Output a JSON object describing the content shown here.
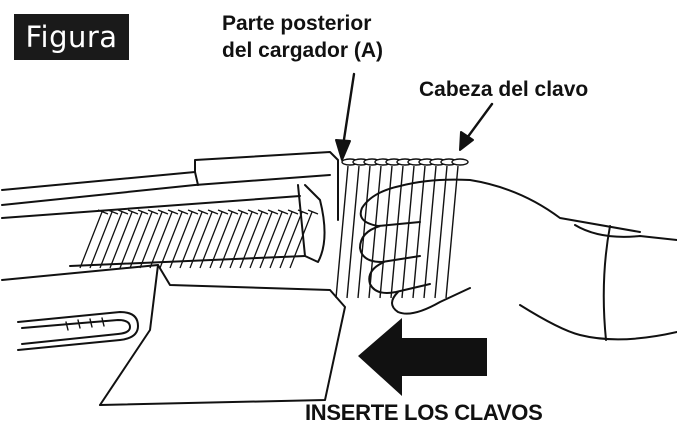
{
  "figure_label": "Figura",
  "callouts": {
    "magazine_back_line1": "Parte posterior",
    "magazine_back_line2": "del cargador (A)",
    "nail_head": "Cabeza del clavo"
  },
  "instruction": "INSERTE LOS CLAVOS",
  "colors": {
    "ink": "#111111",
    "tag_background": "#1a1a1a",
    "paper": "#ffffff"
  }
}
